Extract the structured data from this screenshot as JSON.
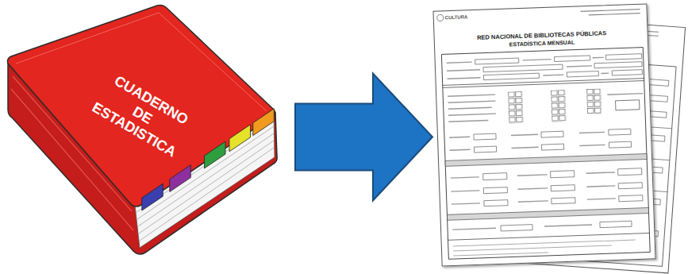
{
  "diagram": {
    "nodes": [
      {
        "text": [
          "CUADERNO DE ESTADISTICA"
        ]
      },
      {
        "text": [
          "CULTURA",
          "RED NACIONAL DE BIBLIOTECAS PÚBLICAS",
          "ESTADÍSTICA MENSUAL"
        ]
      }
    ],
    "edges": [
      {
        "from": 0,
        "to": 1,
        "arrow": "to"
      }
    ]
  }
}
